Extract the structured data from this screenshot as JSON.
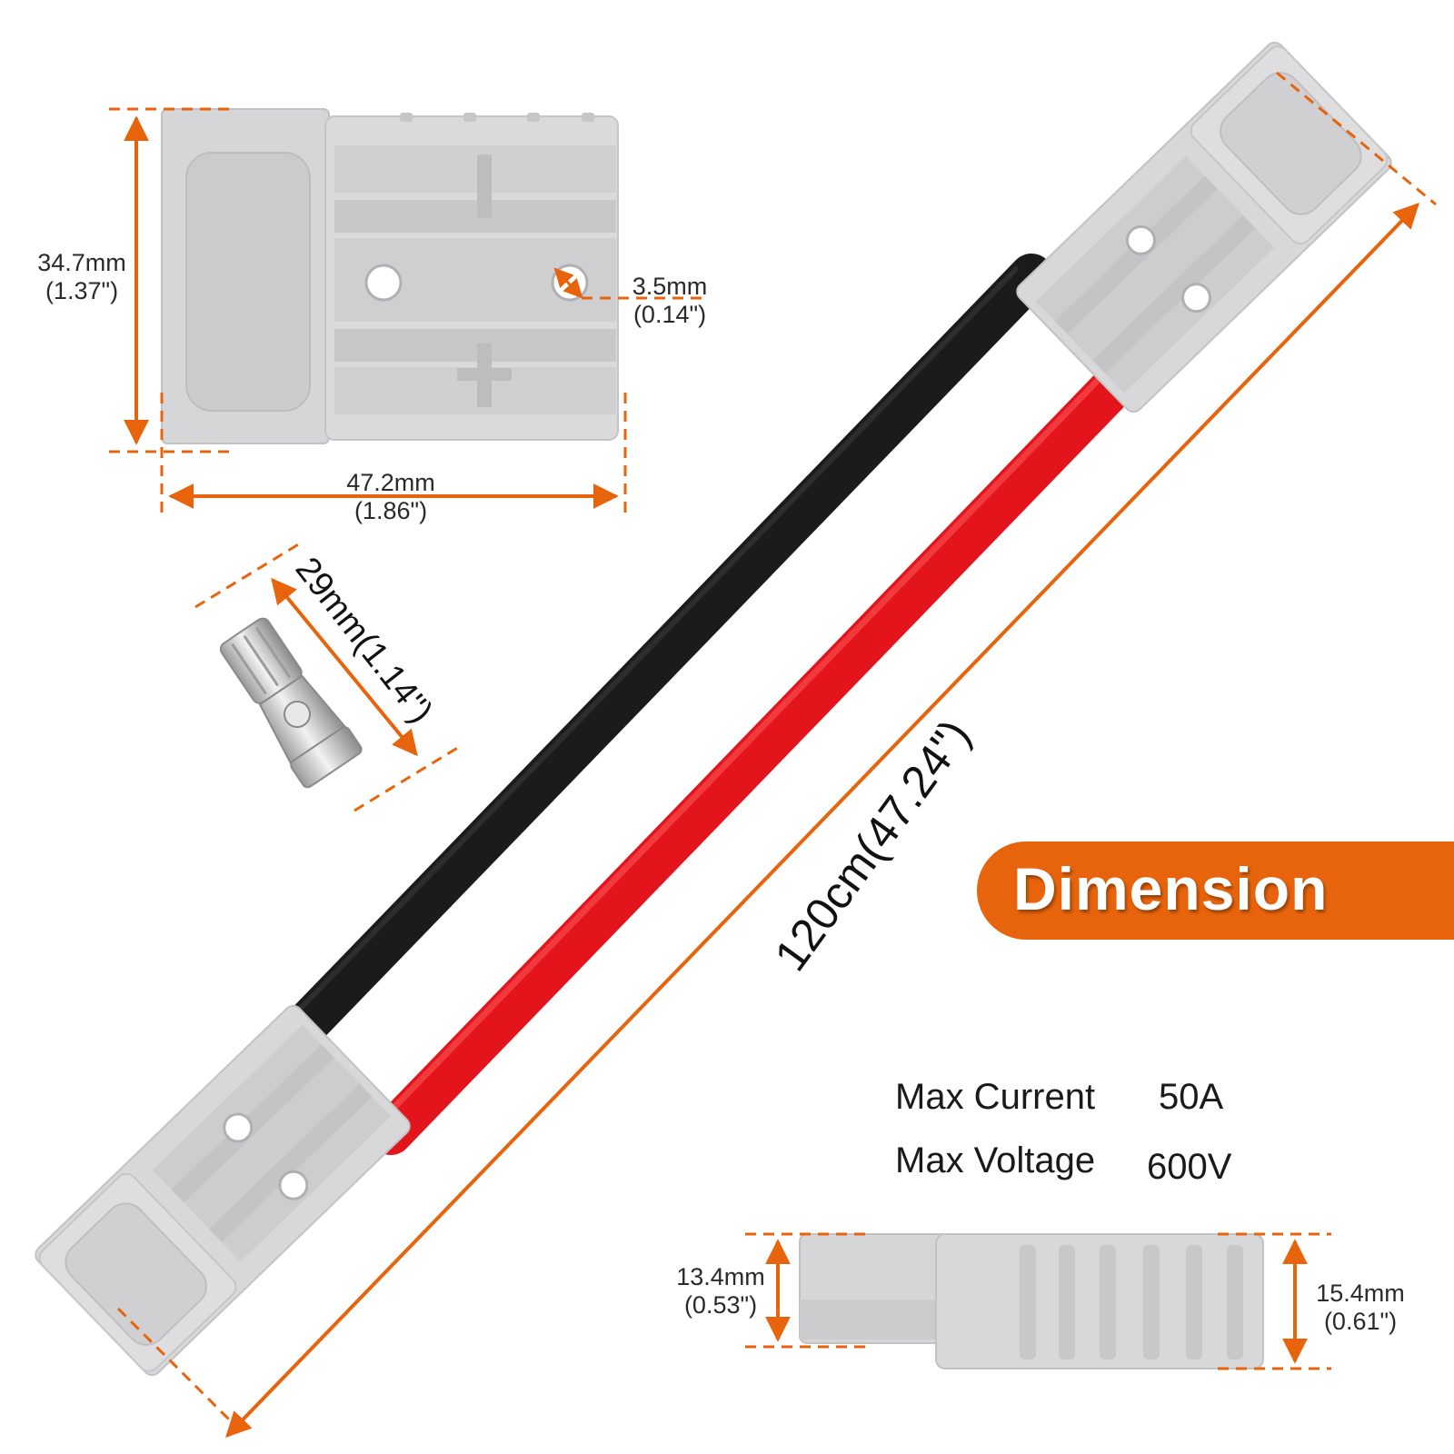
{
  "badge": {
    "title": "Dimension"
  },
  "colors": {
    "accent": "#e8640c",
    "housing": "#d3d3d5",
    "black_wire": "#1b1b1b",
    "red_wire": "#e3141c"
  },
  "dimensions": {
    "housing_height": {
      "mm": "34.7mm",
      "inch": "(1.37\")"
    },
    "housing_width": {
      "mm": "47.2mm",
      "inch": "(1.86\")"
    },
    "hole_diameter": {
      "mm": "3.5mm",
      "inch": "(0.14\")"
    },
    "pin_length": {
      "text": "29mm(1.14\")"
    },
    "cable_length": {
      "text": "120cm(47.24\")"
    },
    "side_left_height": {
      "mm": "13.4mm",
      "inch": "(0.53\")"
    },
    "side_right_height": {
      "mm": "15.4mm",
      "inch": "(0.61\")"
    }
  },
  "specs": {
    "current": {
      "label": "Max Current",
      "value": "50A"
    },
    "voltage": {
      "label": "Max Voltage",
      "value": "600V"
    }
  },
  "icons": {
    "connector": "anderson-connector-icon",
    "pin": "crimp-pin-icon",
    "cable": "cable-icon"
  }
}
